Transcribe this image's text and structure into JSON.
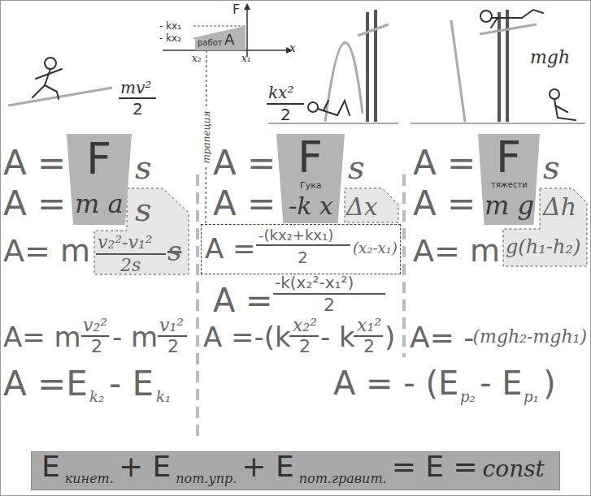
{
  "diagram": {
    "nodes": [
      {
        "text": [
          "работ",
          "A"
        ]
      },
      {
        "text": [
          "F",
          "m a"
        ]
      },
      {
        "text": [
          "F",
          "Гука",
          "-k x"
        ]
      },
      {
        "text": [
          "F",
          "тяжести",
          "m g"
        ]
      },
      {
        "text": [
          "A =",
          "-(kx₂+kx₁)",
          "2",
          "(x₂-x₁)"
        ]
      },
      {
        "text": [
          "E",
          "кинет.",
          "+ E",
          "пот.упр.",
          "+ E",
          "пот.гравит.",
          "= E =",
          "const"
        ]
      }
    ],
    "edges": [
      {
        "from": 0,
        "to": 4,
        "arrow": "none",
        "label": "трапеция"
      }
    ],
    "labels": [
      "F",
      "- kx₁",
      "- kx₂",
      "x₂",
      "x₁",
      "x",
      "mv²",
      "2",
      "kx²",
      "2",
      "mgh",
      "A =",
      "s",
      "A =",
      "s",
      "A= m",
      "v₂²-v₁²",
      "2s",
      "s",
      "A= m",
      "v₂²",
      "2",
      "- m",
      "v₁²",
      "2",
      "A =E",
      "k₂",
      "- E",
      "k₁",
      "A =",
      "s",
      "A =",
      "Δx",
      "A =",
      "-k(x₂²-x₁²)",
      "2",
      "A =-(k",
      "x₂²",
      "2",
      "- k",
      "x₁²",
      "2",
      ")",
      "A =",
      "s",
      "A =",
      "Δh",
      "A= m",
      "g(h₁-h₂)",
      "A= -",
      "(mgh₂-mgh₁)",
      "A = - (E",
      "p₂",
      "- E",
      "p₁",
      ")"
    ]
  }
}
